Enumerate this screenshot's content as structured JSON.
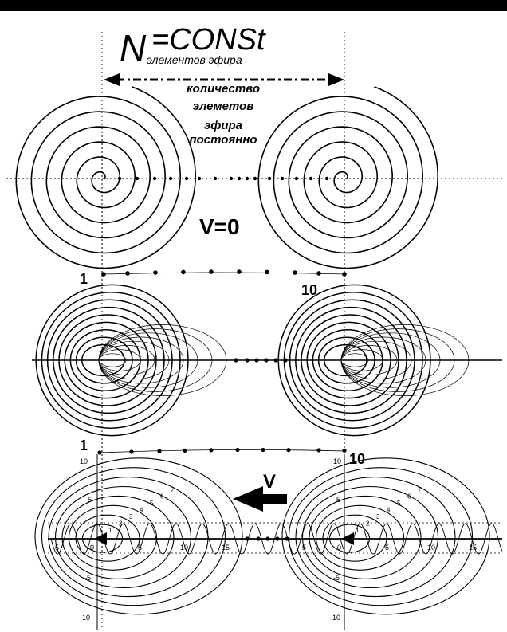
{
  "header": {
    "symbol": "N",
    "equation": "=CONSt",
    "subscript": "элементов эфира"
  },
  "annotation": {
    "line1": "количество",
    "line2": "элеметов",
    "line3": "эфира",
    "line4": "постоянно"
  },
  "labels": {
    "velocity_zero": "V=0",
    "velocity": "V",
    "start_index": "1",
    "end_index": "10"
  },
  "axis_ticks": {
    "y_top": "10",
    "y_mid_pos": "5",
    "y_mid_neg": "-5",
    "y_bottom": "-10",
    "x_neg": "-5",
    "x_zero": "0",
    "x_5": "5",
    "x_10": "10",
    "x_15": "15"
  },
  "turn_numbers": [
    "1",
    "2",
    "3",
    "4",
    "5",
    "6",
    "7"
  ]
}
